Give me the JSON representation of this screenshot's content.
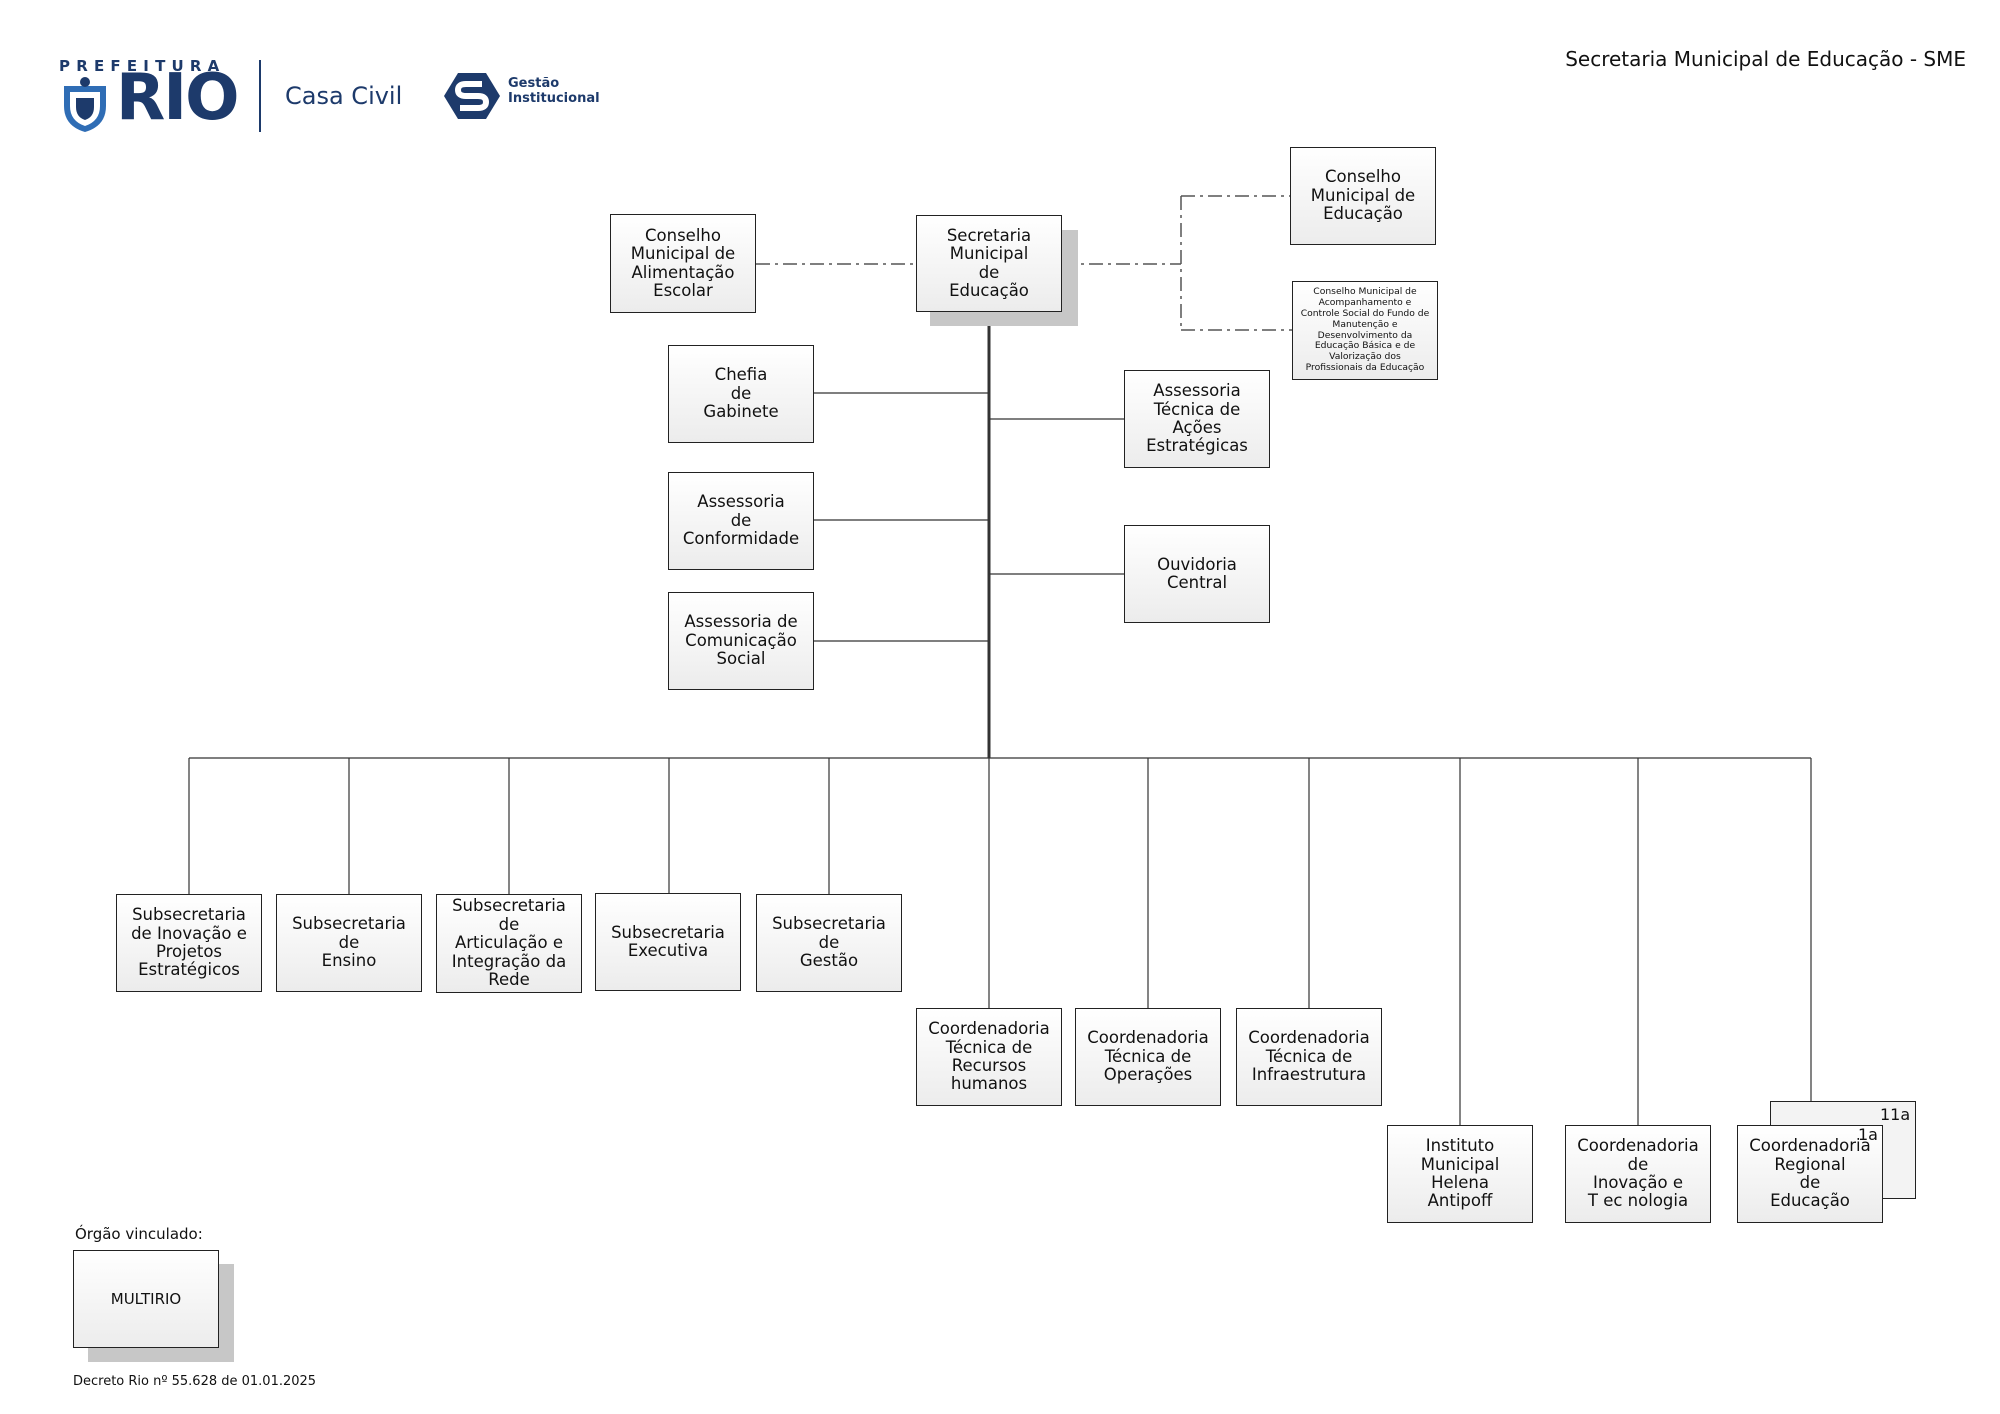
{
  "header": {
    "prefeitura": "PREFEITURA",
    "rio": "RIO",
    "casa_civil": "Casa Civil",
    "gestao_line1": "Gestão",
    "gestao_line2": "Institucional",
    "page_title": "Secretaria Municipal de Educação - SME"
  },
  "boxes": {
    "sme": "Secretaria\nMunicipal\nde\nEducação",
    "cae": "Conselho\nMunicipal de\nAlimentação\nEscolar",
    "cme": "Conselho\nMunicipal de\nEducação",
    "fundeb": "Conselho Municipal de\nAcompanhamento e\nControle Social do Fundo de\nManutenção e\nDesenvolvimento da\nEducação Básica e de\nValorização dos\nProfissionais da Educação",
    "chefia": "Chefia\nde\nGabinete",
    "conformidade": "Assessoria\nde\nConformidade",
    "comunicacao": "Assessoria de\nComunicação\nSocial",
    "acoes": "Assessoria\nTécnica de\nAções\nEstratégicas",
    "ouvidoria": "Ouvidoria\nCentral",
    "sub_inovacao": "Subsecretaria\nde Inovação e\nProjetos\nEstratégicos",
    "sub_ensino": "Subsecretaria\nde\nEnsino",
    "sub_articulacao": "Subsecretaria\nde\nArticulação e\nIntegração da\nRede",
    "sub_executiva": "Subsecretaria\nExecutiva",
    "sub_gestao": "Subsecretaria\nde\nGestão",
    "coord_rh": "Coordenadoria\nTécnica de\nRecursos\nhumanos",
    "coord_op": "Coordenadoria\nTécnica de\nOperações",
    "coord_infra": "Coordenadoria\nTécnica de\nInfraestrutura",
    "instituto": "Instituto\nMunicipal\nHelena\nAntipoff",
    "coord_inov": "Coordenadoria\nde\nInovação e\nT ec nologia",
    "cre": "Coordenadoria\nRegional\nde\nEducação",
    "cre_first": "1a",
    "cre_last": "11a",
    "multirio": "MULTIRIO"
  },
  "footer": {
    "orgao_vinculado": "Órgão vinculado:",
    "decreto": "Decreto Rio nº 55.628 de 01.01.2025"
  },
  "colors": {
    "brand_navy": "#1d3a6b",
    "brand_blue": "#2f6db5",
    "line": "#333333",
    "shadow": "#c7c7c7"
  }
}
